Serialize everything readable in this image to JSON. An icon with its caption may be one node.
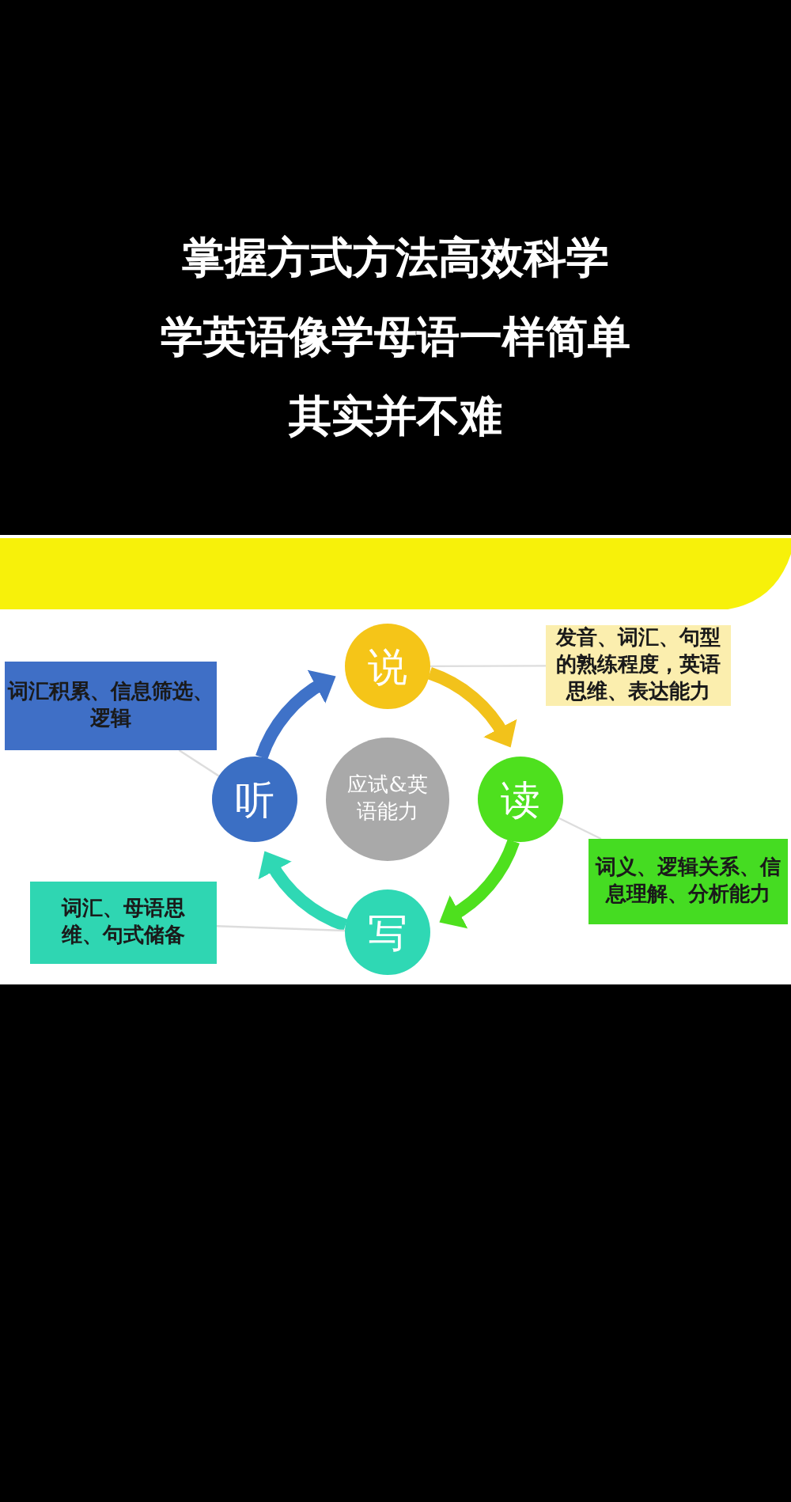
{
  "diagram": {
    "nodes": [
      {
        "text": [
          "说"
        ]
      },
      {
        "text": [
          "读"
        ]
      },
      {
        "text": [
          "写"
        ]
      },
      {
        "text": [
          "听"
        ]
      },
      {
        "text": [
          "应试&英语能力"
        ]
      },
      {
        "text": [
          "词汇积累、信息筛选、逻辑"
        ]
      },
      {
        "text": [
          "发音、词汇、句型的熟练程度，英语思维、表达能力"
        ]
      },
      {
        "text": [
          "词义、逻辑关系、信息理解、分析能力"
        ]
      },
      {
        "text": [
          "词汇、母语思维、句式储备"
        ]
      }
    ],
    "edges": [
      {
        "from": 3,
        "to": 0,
        "arrow": "to",
        "style": "thick",
        "color": "#3f72c8"
      },
      {
        "from": 0,
        "to": 1,
        "arrow": "to",
        "style": "thick",
        "color": "#f2c21b"
      },
      {
        "from": 1,
        "to": 2,
        "arrow": "to",
        "style": "thick",
        "color": "#4ee01e"
      },
      {
        "from": 2,
        "to": 3,
        "arrow": "to",
        "style": "thick",
        "color": "#2fd8b4"
      },
      {
        "from": 5,
        "to": 3,
        "arrow": "none",
        "color": "#dddddd"
      },
      {
        "from": 6,
        "to": 0,
        "arrow": "none",
        "color": "#dddddd"
      },
      {
        "from": 7,
        "to": 1,
        "arrow": "none",
        "color": "#dddddd"
      },
      {
        "from": 8,
        "to": 2,
        "arrow": "none",
        "color": "#dddddd"
      }
    ],
    "labels": [
      "掌握方式方法高效科学",
      "学英语像学母语一样简单",
      "其实并不难"
    ]
  }
}
